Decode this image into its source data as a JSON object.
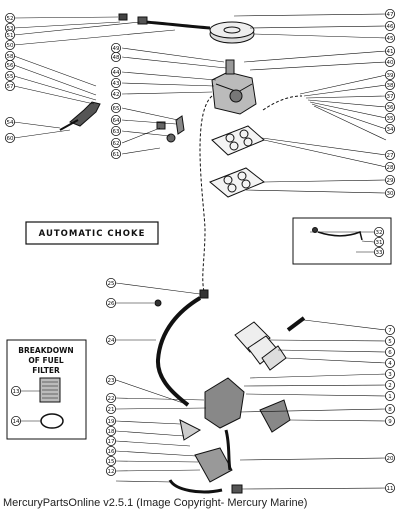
{
  "labels": {
    "automatic_choke": "AUTOMATIC CHOKE",
    "breakdown_line1": "BREAKDOWN",
    "breakdown_line2": "OF FUEL",
    "breakdown_line3": "FILTER"
  },
  "footer": "MercuryPartsOnline v2.5.1 (Image Copyright- Mercury Marine)",
  "callouts_left": [
    "52",
    "53",
    "51",
    "50",
    "58",
    "56",
    "55",
    "57",
    "54",
    "65",
    "64",
    "63",
    "62",
    "61",
    "60",
    "49",
    "48",
    "44",
    "43",
    "42",
    "25",
    "26",
    "24",
    "23",
    "22",
    "21",
    "19",
    "18",
    "17",
    "16",
    "15",
    "12"
  ],
  "callouts_right": [
    "47",
    "46",
    "45",
    "41",
    "40",
    "39",
    "38",
    "37",
    "36",
    "35",
    "34",
    "27",
    "28",
    "29",
    "30",
    "32",
    "31",
    "33",
    "7",
    "5",
    "6",
    "4",
    "3",
    "2",
    "1",
    "8",
    "9",
    "20",
    "11"
  ],
  "filter_callouts": [
    "13",
    "14"
  ],
  "colors": {
    "ink": "#111111",
    "background": "#ffffff"
  }
}
